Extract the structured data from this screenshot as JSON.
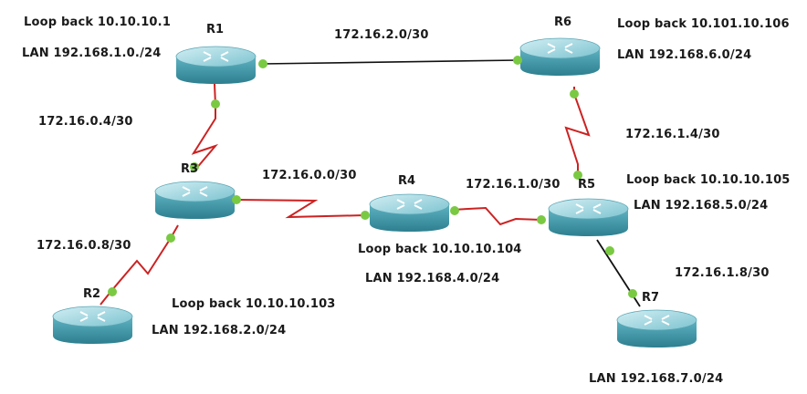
{
  "routers": [
    {
      "id": "R1",
      "name": "R1",
      "loopback": "Loop back 10.10.10.1",
      "lan": "LAN 192.168.1.0./24"
    },
    {
      "id": "R2",
      "name": "R2",
      "loopback": "Loop back 10.10.10.103",
      "lan": "LAN 192.168.2.0/24"
    },
    {
      "id": "R3",
      "name": "R3"
    },
    {
      "id": "R4",
      "name": "R4",
      "loopback": "Loop back 10.10.10.104",
      "lan": "LAN 192.168.4.0/24"
    },
    {
      "id": "R5",
      "name": "R5",
      "loopback": "Loop back 10.10.10.105",
      "lan": "LAN 192.168.5.0/24"
    },
    {
      "id": "R6",
      "name": "R6",
      "loopback": "Loop back 10.101.10.106",
      "lan": "LAN 192.168.6.0/24"
    },
    {
      "id": "R7",
      "name": "R7",
      "lan": "LAN 192.168.7.0/24"
    }
  ],
  "links": [
    {
      "id": "r1-r6",
      "from": "R1",
      "to": "R6",
      "subnet": "172.16.2.0/30",
      "type": "ethernet"
    },
    {
      "id": "r1-r3",
      "from": "R1",
      "to": "R3",
      "subnet": "172.16.0.4/30",
      "type": "serial"
    },
    {
      "id": "r6-r5",
      "from": "R6",
      "to": "R5",
      "subnet": "172.16.1.4/30",
      "type": "serial"
    },
    {
      "id": "r3-r4",
      "from": "R3",
      "to": "R4",
      "subnet": "172.16.0.0/30",
      "type": "serial"
    },
    {
      "id": "r4-r5",
      "from": "R4",
      "to": "R5",
      "subnet": "172.16.1.0/30",
      "type": "serial"
    },
    {
      "id": "r3-r2",
      "from": "R3",
      "to": "R2",
      "subnet": "172.16.0.8/30",
      "type": "serial"
    },
    {
      "id": "r5-r7",
      "from": "R5",
      "to": "R7",
      "subnet": "172.16.1.8/30",
      "type": "ethernet"
    }
  ],
  "colors": {
    "serial_link": "#cc2222",
    "ethernet_link": "#111111",
    "port_dot": "#7ac943",
    "router_top": "#9fd4df",
    "router_body": "#4aa2b2",
    "router_dark": "#2b7a8a"
  }
}
